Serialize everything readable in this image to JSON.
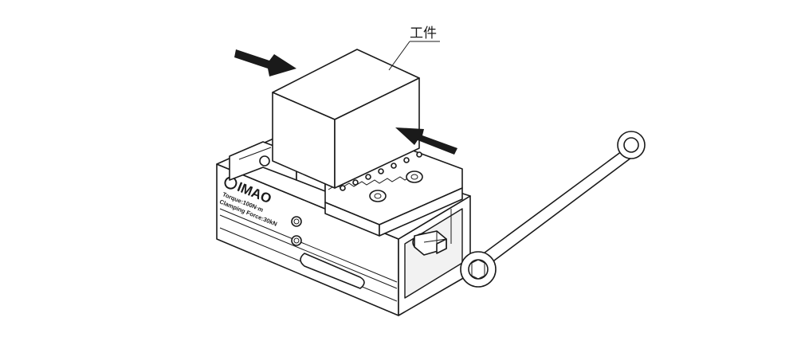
{
  "callout": {
    "label": "工件"
  },
  "vise": {
    "brand": "IMAO",
    "specs": [
      "Torque:100N·m",
      "Clamping Force:30kN"
    ]
  },
  "colors": {
    "line": "#1a1a1a",
    "background": "#ffffff"
  },
  "icons": {
    "clamp_arrows": "solid-arrow",
    "wrench": "box-end-wrench"
  }
}
